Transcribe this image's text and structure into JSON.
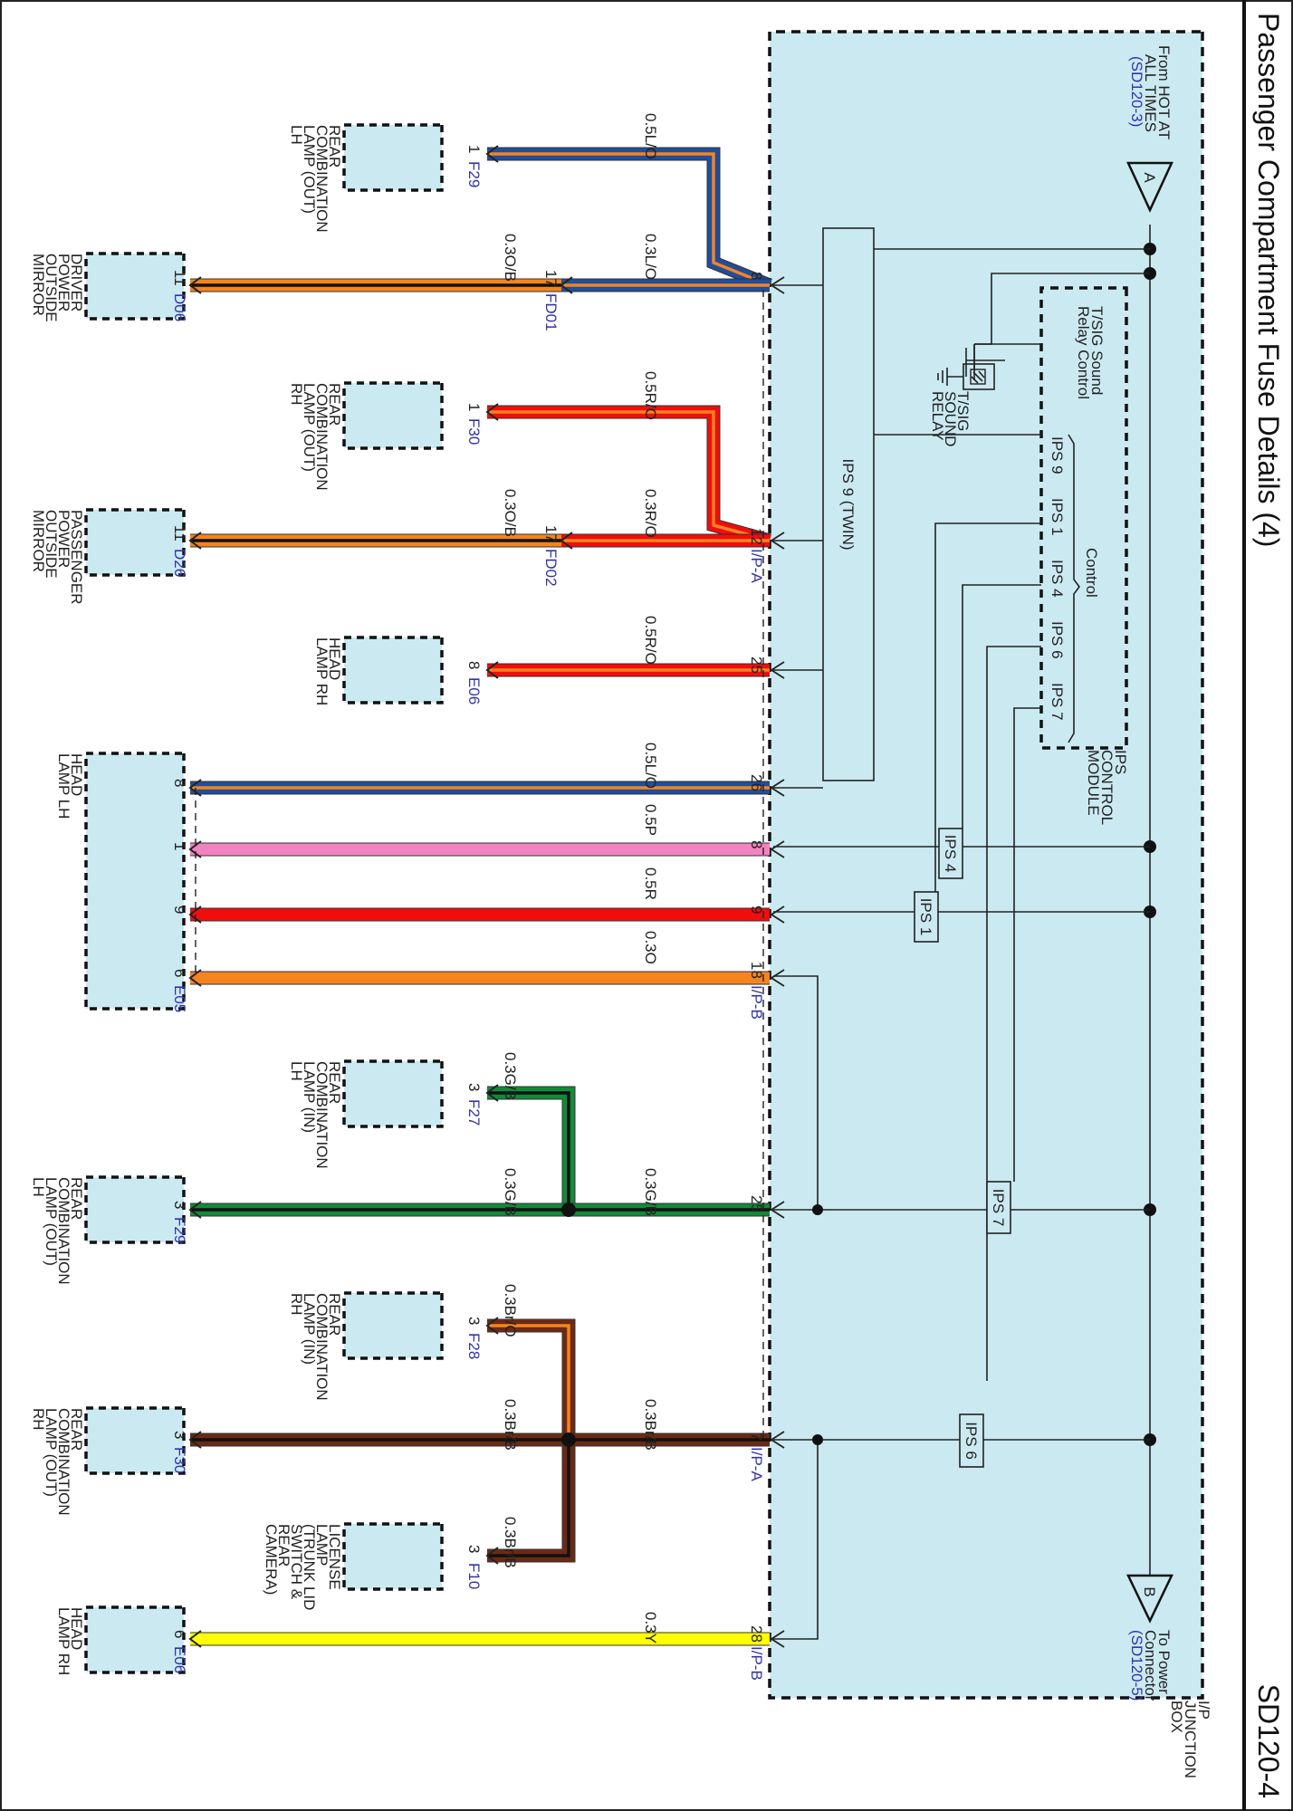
{
  "page": {
    "title": "Passenger Compartment Fuse Details (4)",
    "code": "SD120-4"
  },
  "junction_box": {
    "label": "I/P JUNCTION BOX",
    "label_lines": [
      "I/P",
      "JUNCTION",
      "BOX"
    ],
    "fill": "#cbe9f1"
  },
  "terminals": {
    "A": {
      "symbol": "A",
      "lines": [
        "From HOT AT",
        "ALL TIMES"
      ],
      "ref": "(SD120-3)"
    },
    "B": {
      "symbol": "B",
      "lines": [
        "To Power",
        "Connector"
      ],
      "ref": "(SD120-5)"
    }
  },
  "ips_module": {
    "label_lines": [
      "IPS",
      "CONTROL",
      "MODULE"
    ],
    "relay_control": [
      "T/SIG Sound",
      "Relay Control"
    ],
    "relay_label": [
      "T/SIG",
      "SOUND",
      "RELAY"
    ],
    "control_label": "Control",
    "pins": [
      "IPS 9",
      "IPS 1",
      "IPS 4",
      "IPS 6",
      "IPS 7"
    ]
  },
  "ips_boxes": {
    "twin": "IPS 9 (TWIN)",
    "ips4": "IPS 4",
    "ips1": "IPS 1",
    "ips7": "IPS 7",
    "ips6": "IPS 6"
  },
  "wire_colors": {
    "L": "#1f4e9c",
    "O": "#f5841f",
    "R": "#f20d0d",
    "P": "#f383c0",
    "G": "#118a3a",
    "Br": "#6b2a14",
    "Y": "#ffff00",
    "B": "#111111"
  },
  "circuits": [
    {
      "jb_pin": "8",
      "jb_conn": "",
      "wires": [
        {
          "spec": "0.5L/O",
          "to_pin": "1",
          "to_conn": "F29",
          "component": [
            "REAR",
            "COMBINATION",
            "LAMP (OUT)",
            "LH"
          ]
        },
        {
          "spec": "0.3L/O",
          "to_pin": "17",
          "to_conn": "FD01",
          "next_spec": "0.3O/B",
          "next_pin": "11",
          "next_conn": "D06",
          "component": [
            "DRIVER",
            "POWER",
            "OUTSIDE",
            "MIRROR"
          ]
        }
      ]
    },
    {
      "jb_pin": "12",
      "jb_conn": "I/P-A",
      "wires": [
        {
          "spec": "0.5R/O",
          "to_pin": "1",
          "to_conn": "F30",
          "component": [
            "REAR",
            "COMBINATION",
            "LAMP (OUT)",
            "RH"
          ]
        },
        {
          "spec": "0.3R/O",
          "to_pin": "17",
          "to_conn": "FD02",
          "next_spec": "0.3O/B",
          "next_pin": "11",
          "next_conn": "D26",
          "component": [
            "PASSENGER",
            "POWER",
            "OUTSIDE",
            "MIRROR"
          ]
        }
      ]
    },
    {
      "jb_pin": "25",
      "jb_conn": "",
      "spec": "0.5R/O",
      "to_pin": "8",
      "to_conn": "E06",
      "component": [
        "HEAD",
        "LAMP RH"
      ]
    },
    {
      "jb_pin": "26",
      "jb_conn": "",
      "spec": "0.5L/O",
      "to_pin": "8",
      "to_conn": "",
      "component": [
        "HEAD",
        "LAMP LH"
      ]
    },
    {
      "jb_pin": "8",
      "jb_conn": "",
      "spec": "0.5P",
      "to_pin": "1",
      "to_conn": ""
    },
    {
      "jb_pin": "9",
      "jb_conn": "",
      "spec": "0.5R",
      "to_pin": "9",
      "to_conn": ""
    },
    {
      "jb_pin": "18",
      "jb_conn": "I/P-B",
      "spec": "0.3O",
      "to_pin": "6",
      "to_conn": "E05"
    },
    {
      "jb_pin": "25",
      "jb_conn": "",
      "spec": "0.3G/B",
      "branch": {
        "spec": "0.3G/B",
        "to_pin": "3",
        "to_conn": "F27",
        "component": [
          "REAR",
          "COMBINATION",
          "LAMP (IN)",
          "LH"
        ]
      },
      "main": {
        "spec": "0.3G/B",
        "to_pin": "3",
        "to_conn": "F29",
        "component": [
          "REAR",
          "COMBINATION",
          "LAMP (OUT)",
          "LH"
        ]
      }
    },
    {
      "jb_pin": "7",
      "jb_conn": "I/P-A",
      "spec": "0.3Br/B",
      "branch": {
        "spec": "0.3Br/O",
        "to_pin": "3",
        "to_conn": "F28",
        "component": [
          "REAR",
          "COMBINATION",
          "LAMP (IN)",
          "RH"
        ]
      },
      "main": {
        "spec": "0.3Br/B",
        "to_pin": "3",
        "to_conn": "F30",
        "component": [
          "REAR",
          "COMBINATION",
          "LAMP (OUT)",
          "RH"
        ]
      },
      "branch2": {
        "spec": "0.3Br/B",
        "to_pin": "3",
        "to_conn": "F10",
        "component": [
          "LICENSE",
          "LAMP",
          "(TRUNK LID",
          "SWITCH &",
          "REAR",
          "CAMERA)"
        ]
      }
    },
    {
      "jb_pin": "28",
      "jb_conn": "I/P-B",
      "spec": "0.3Y",
      "to_pin": "6",
      "to_conn": "E06",
      "component": [
        "HEAD",
        "LAMP RH"
      ]
    }
  ]
}
